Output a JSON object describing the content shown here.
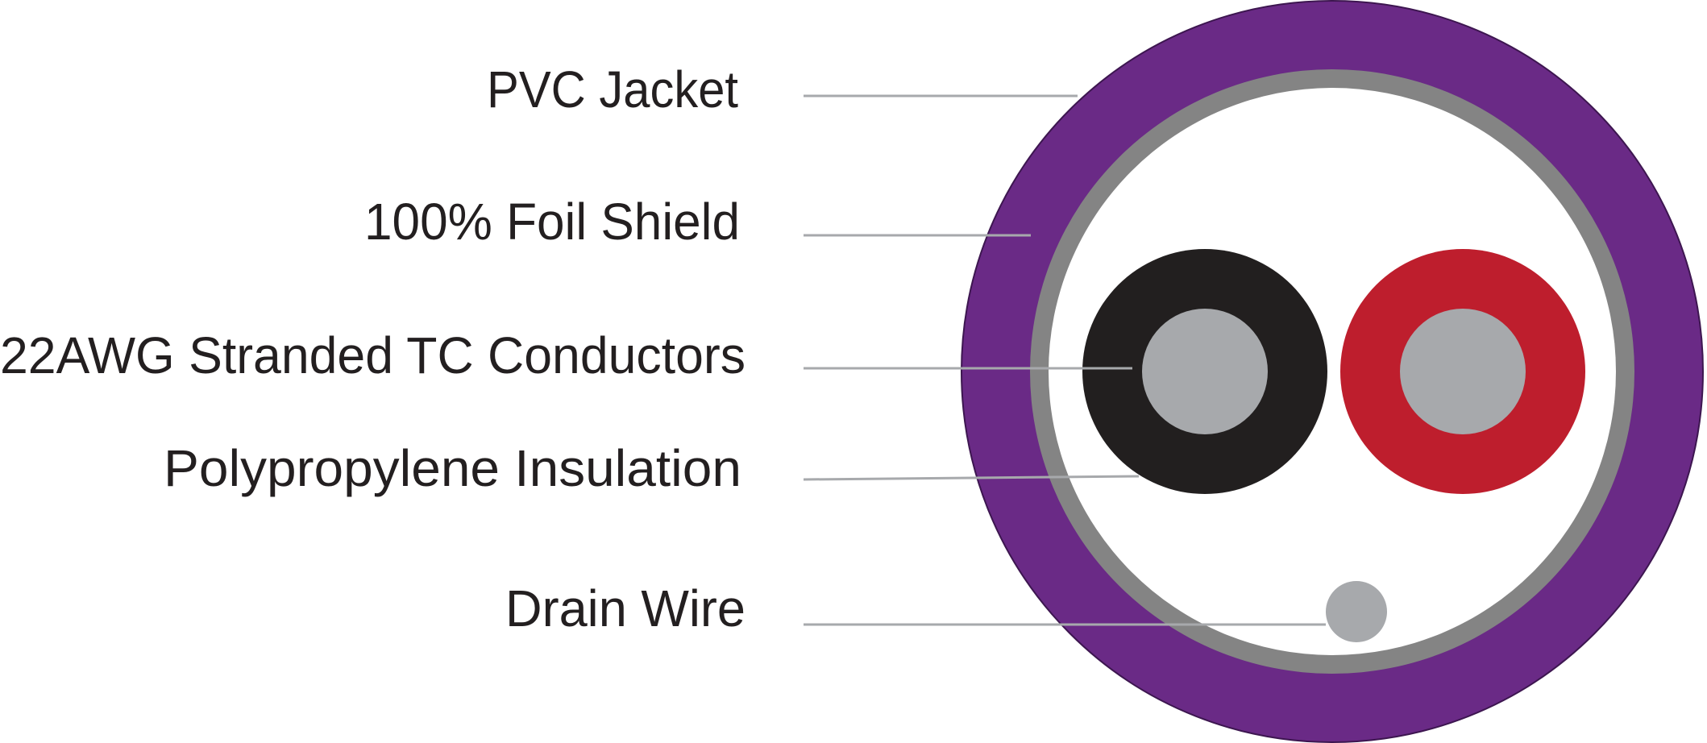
{
  "labels": {
    "jacket": "PVC Jacket",
    "shield": "100% Foil Shield",
    "conductors": "22AWG Stranded TC Conductors",
    "insulation": "Polypropylene Insulation",
    "drain": "Drain Wire"
  },
  "colors": {
    "jacket": "#6a2a86",
    "shield": "#848484",
    "core_fill": "#ffffff",
    "insulation_black": "#221f1f",
    "insulation_red": "#be1e2d",
    "conductor": "#a7a9ac",
    "drain_wire": "#a7a9ac",
    "leader_line": "#a7a9ac",
    "label_text": "#231f20"
  }
}
